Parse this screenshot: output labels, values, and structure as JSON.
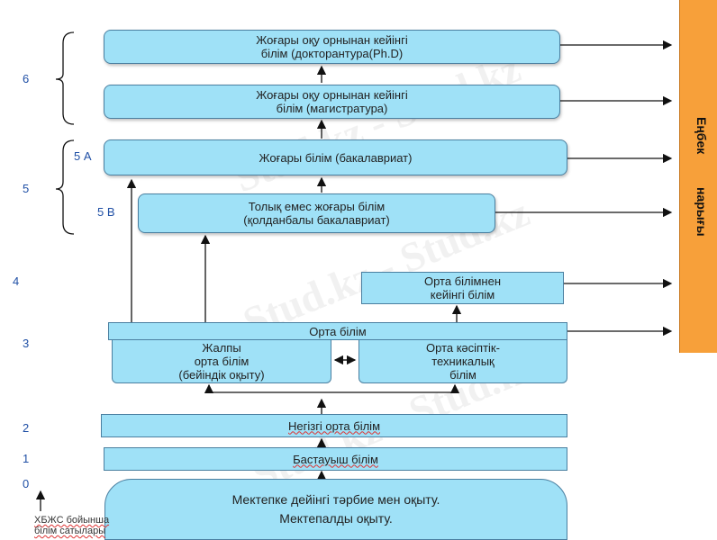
{
  "boxes": {
    "phd": "Жоғары оқу орнынан кейінгі\nбілім (докторантура(Ph.D)",
    "masters": "Жоғары оқу орнынан кейінгі\nбілім (магистратура)",
    "bachelor": "Жоғары білім (бакалавриат)",
    "applied_bachelor": "Толық емес жоғары білім\n(қолданбалы бакалавриат)",
    "post_secondary": "Орта білімнен\nкейінгі білім",
    "secondary": "Орта білім",
    "general_secondary": "Жалпы\nорта білім\n(бейіндік оқыту)",
    "vocational": "Орта кәсіптік-\nтехникалық\nбілім",
    "basic_secondary": "Негізгі орта білім",
    "primary": "Бастауыш білім",
    "preschool_1": "Мектепке дейінгі тәрбие мен оқыту.",
    "preschool_2": "Мектепалды оқыту."
  },
  "levels": {
    "l6": "6",
    "l5": "5",
    "l5a": "5 А",
    "l5b": "5 В",
    "l4": "4",
    "l3": "3",
    "l2": "2",
    "l1": "1",
    "l0": "0"
  },
  "labor_market": {
    "word1": "Еңбек",
    "word2": "нарығы"
  },
  "legend": "ХБЖС бойынша\nбілім сатылары",
  "watermark": "Stud.kz - Stud.kz",
  "colors": {
    "box_fill": "#9fe1f7",
    "box_border": "#4a7fa0",
    "market": "#f7a03a",
    "level_text": "#1f4fa5"
  }
}
